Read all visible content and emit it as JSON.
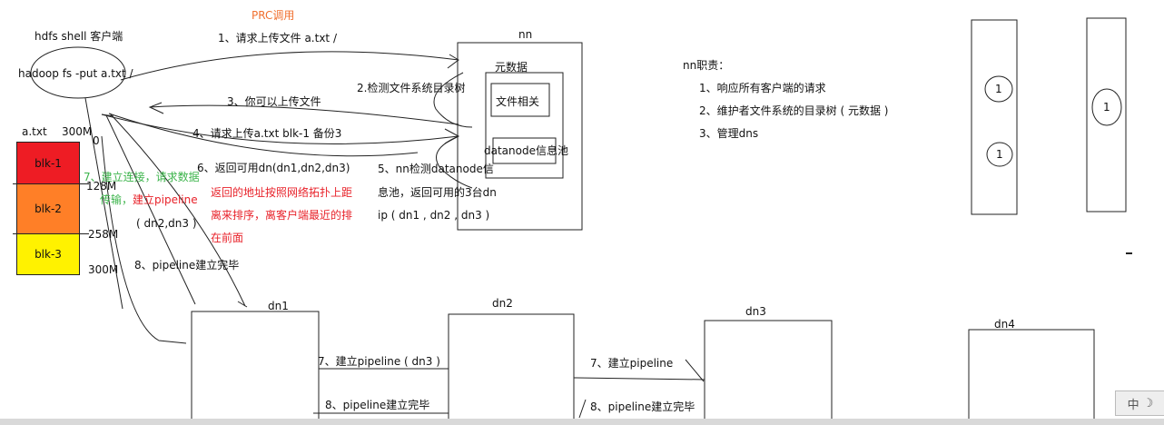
{
  "title_rpc": "PRC调用",
  "client": {
    "label": "hdfs shell 客户端",
    "command": "hadoop fs -put a.txt  /"
  },
  "file": {
    "name": "a.txt",
    "size": "300M",
    "start": "0",
    "blocks": [
      {
        "label": "blk-1",
        "color": "#ee1c24"
      },
      {
        "label": "blk-2",
        "color": "#ff7f27"
      },
      {
        "label": "blk-3",
        "color": "#fff200"
      }
    ],
    "offsets": [
      "128M",
      "258M",
      "300M"
    ]
  },
  "nn": {
    "label": "nn",
    "metadata": "元数据",
    "file_related": "文件相关",
    "datanode_pool": "datanode信息池"
  },
  "steps": {
    "s1": "1、请求上传文件  a.txt  /",
    "s2": "2.检测文件系统目录树",
    "s3": "3、你可以上传文件",
    "s4": "4、请求上传a.txt blk-1 备份3",
    "s5": [
      "5、nn检测datanode信",
      "息池，返回可用的3台dn",
      "ip ( dn1 , dn2 , dn3 )"
    ],
    "s6": "6、返回可用dn(dn1,dn2,dn3)",
    "s6_note": [
      "返回的地址按照网络拓扑上距",
      "离来排序，离客户端最近的排",
      "在前面"
    ],
    "s7_a": "7、建立连接，请求数据",
    "s7_b1": "传输，",
    "s7_b2": "建立pipeline",
    "s7_c": "( dn2,dn3 )",
    "s8": "8、pipeline建立完毕",
    "dn1_7": "7、建立pipeline ( dn3 )",
    "dn1_8": "8、pipeline建立完毕",
    "dn2_7": "7、建立pipeline",
    "dn2_8": "8、pipeline建立完毕"
  },
  "duties": {
    "title": "nn职责：",
    "items": [
      "1、响应所有客户端的请求",
      "2、维护者文件系统的目录树 ( 元数据 )",
      "3、管理dns"
    ]
  },
  "datanodes": [
    "dn1",
    "dn2",
    "dn3",
    "dn4"
  ],
  "replica_marks": [
    "1",
    "1",
    "1"
  ],
  "ime": "中"
}
